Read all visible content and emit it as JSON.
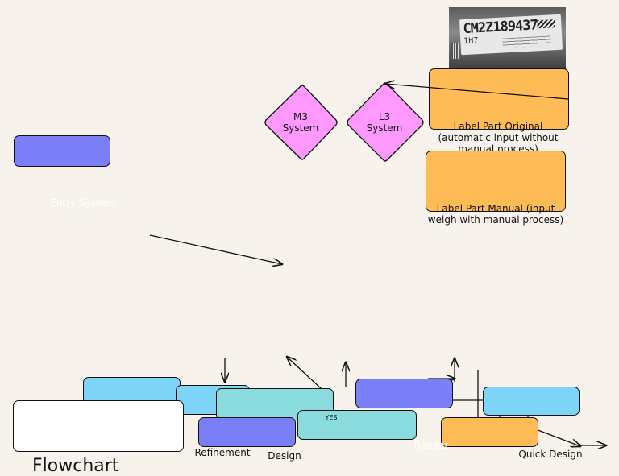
{
  "colors": {
    "background": "#f7f3ec",
    "blue_purple": "#7b7ff7",
    "light_blue": "#7dd4f7",
    "teal": "#8adbdd",
    "orange": "#ffbb55",
    "pink": "#ff99ff",
    "white": "#ffffff"
  },
  "nodes": {
    "m3": "M3\nSystem",
    "l3": "L3\nSystem",
    "label_original": "Label Part Original (automatic input without manual process)",
    "label_manual": "Label Part Manual (input weigh with manual process)",
    "entry_system": "Entry System",
    "yes": "YES",
    "refinement": "Refinement",
    "design": "Design",
    "render": "Render",
    "quick_design": "Quick Design",
    "flowchart": "Flowchart"
  },
  "photo": {
    "label_code": "CM2Z189437",
    "label_sub": "IH7",
    "icon": "label-photo"
  }
}
